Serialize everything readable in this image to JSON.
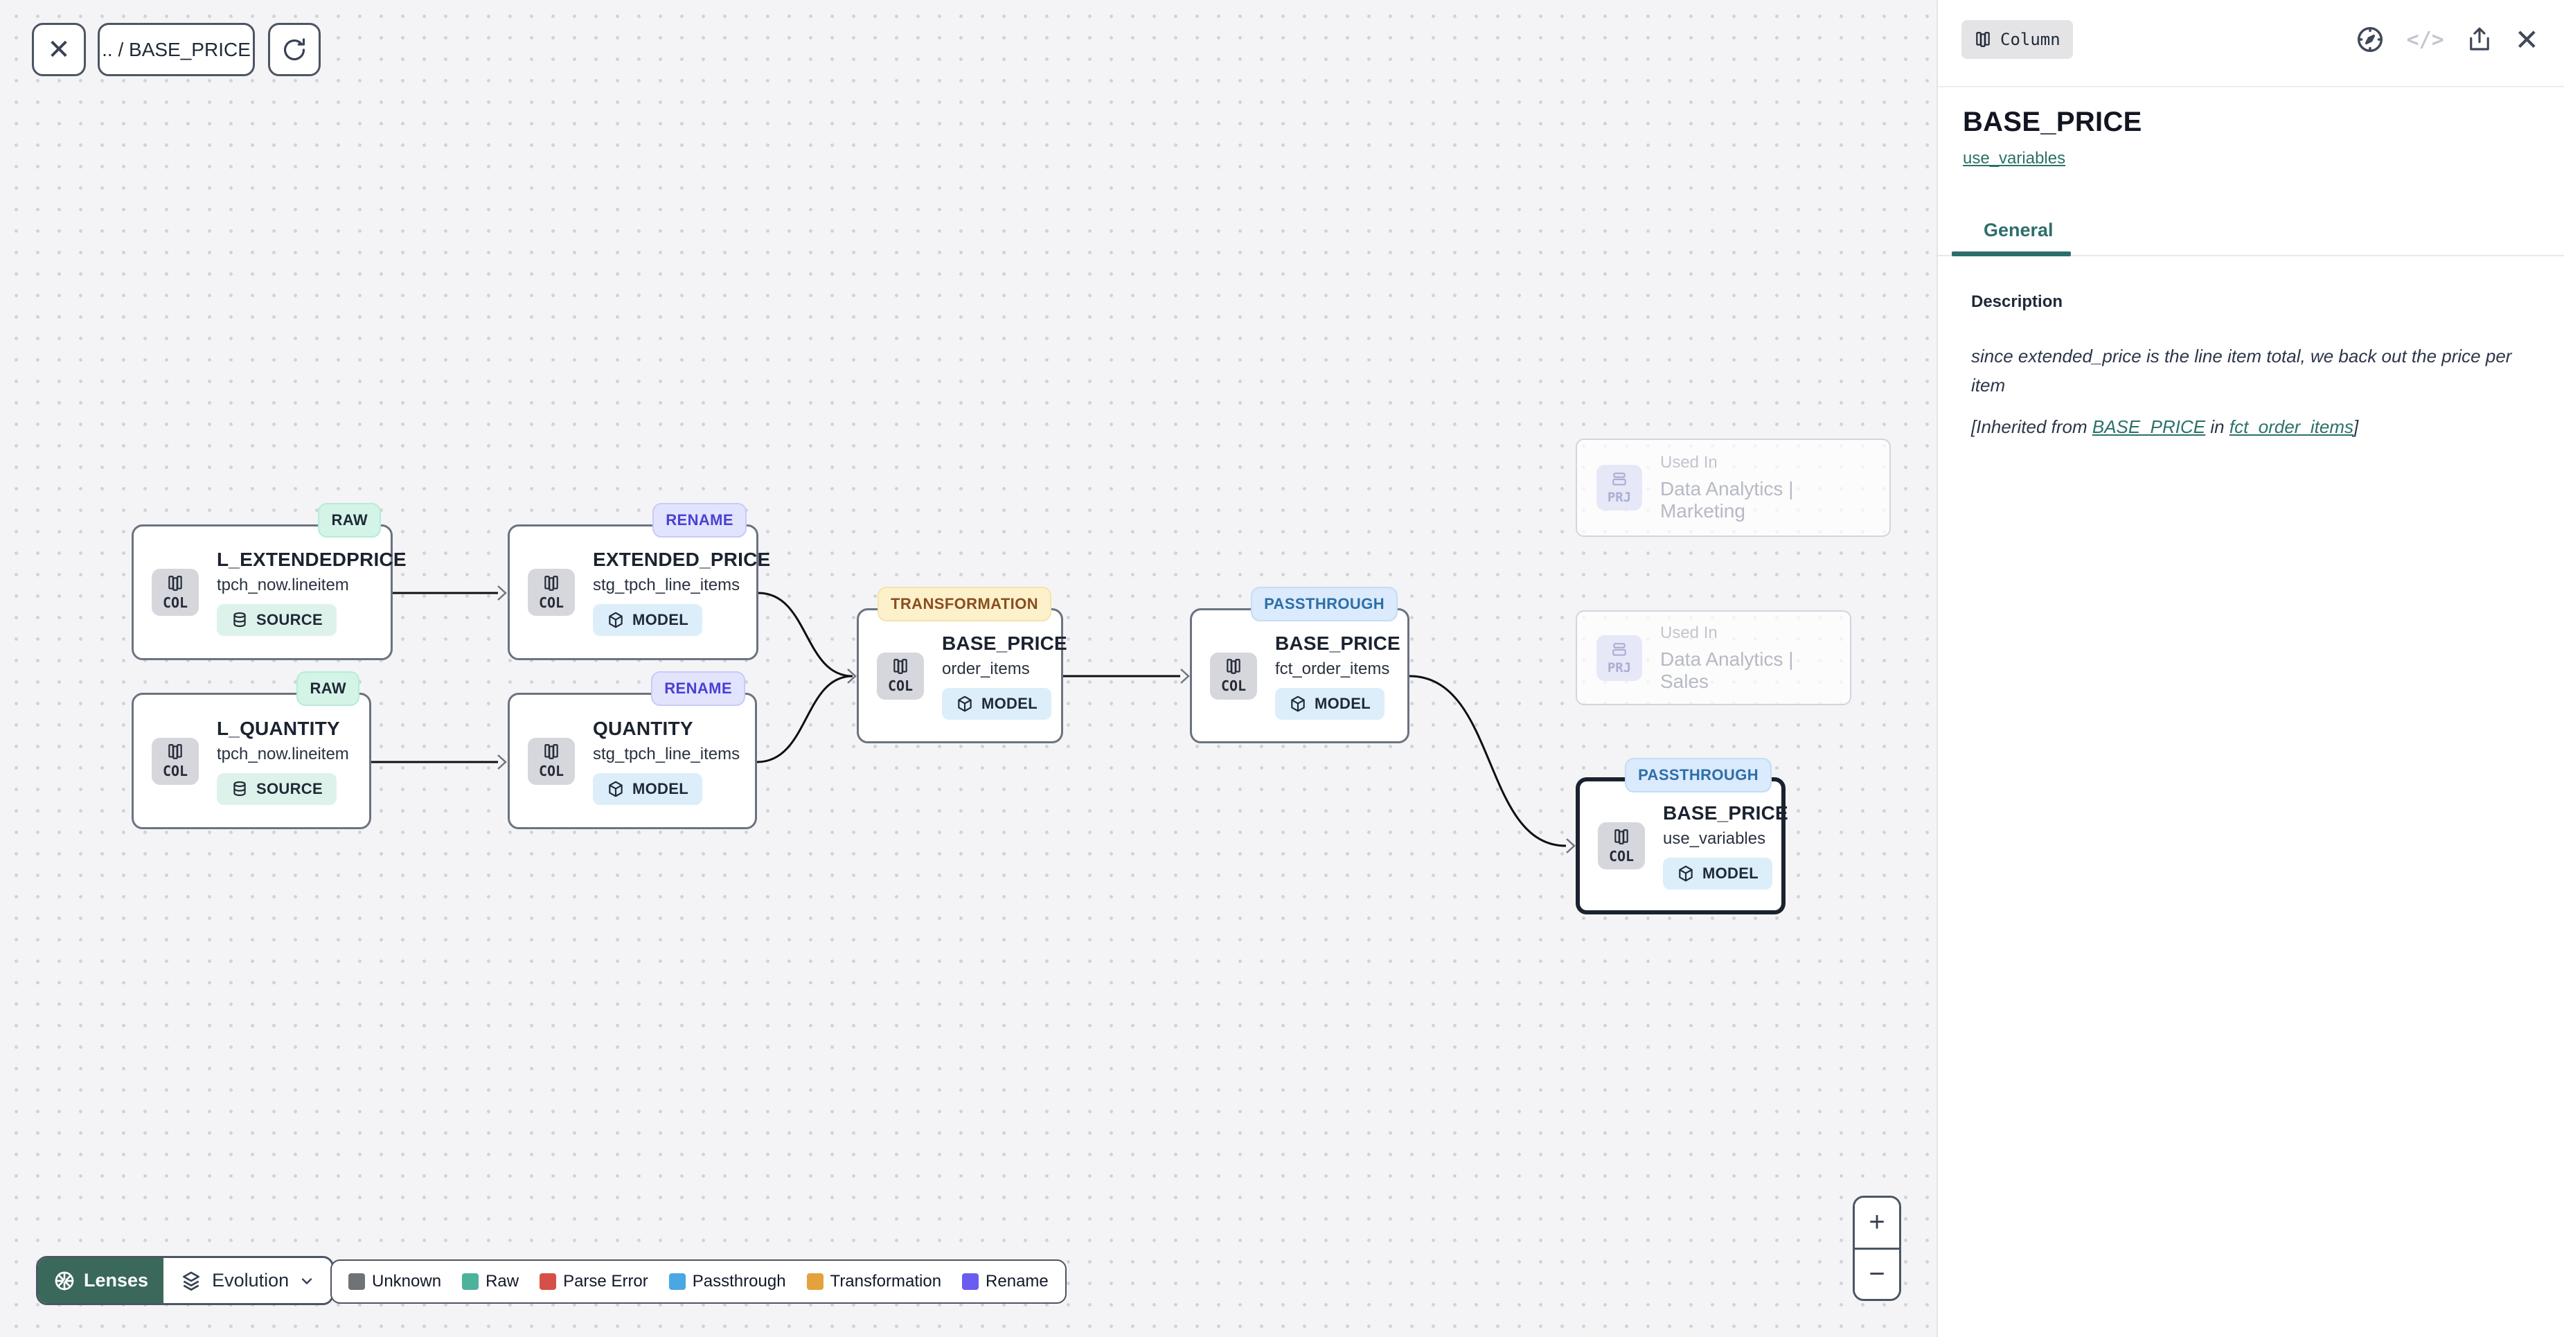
{
  "toolbar": {
    "close_label": "✕",
    "breadcrumb": ".. / BASE_PRICE"
  },
  "panel": {
    "type_badge": "Column",
    "code_icon_text": "</>",
    "close_label": "✕",
    "title": "BASE_PRICE",
    "subtitle_link": "use_variables",
    "tabs": [
      {
        "label": "General",
        "active": true
      }
    ],
    "description": {
      "label": "Description",
      "body": "since extended_price is the line item total, we back out the price per item",
      "inherited_prefix": "[Inherited from ",
      "inherited_link1": "BASE_PRICE",
      "inherited_middle": " in ",
      "inherited_link2": "fct_order_items",
      "inherited_suffix": "]"
    }
  },
  "canvas": {
    "nodes": [
      {
        "type": "COL",
        "badge": "RAW",
        "title": "L_EXTENDEDPRICE",
        "subtitle": "tpch_now.lineitem",
        "chip": "SOURCE"
      },
      {
        "type": "COL",
        "badge": "RAW",
        "title": "L_QUANTITY",
        "subtitle": "tpch_now.lineitem",
        "chip": "SOURCE"
      },
      {
        "type": "COL",
        "badge": "RENAME",
        "title": "EXTENDED_PRICE",
        "subtitle": "stg_tpch_line_items",
        "chip": "MODEL"
      },
      {
        "type": "COL",
        "badge": "RENAME",
        "title": "QUANTITY",
        "subtitle": "stg_tpch_line_items",
        "chip": "MODEL"
      },
      {
        "type": "COL",
        "badge": "TRANSFORMATION",
        "title": "BASE_PRICE",
        "subtitle": "order_items",
        "chip": "MODEL"
      },
      {
        "type": "COL",
        "badge": "PASSTHROUGH",
        "title": "BASE_PRICE",
        "subtitle": "fct_order_items",
        "chip": "MODEL"
      },
      {
        "type": "COL",
        "badge": "PASSTHROUGH",
        "title": "BASE_PRICE",
        "subtitle": "use_variables",
        "chip": "MODEL",
        "selected": true
      }
    ],
    "ghost_nodes": [
      {
        "type": "PRJ",
        "label": "Used In",
        "name": "Data Analytics | Marketing"
      },
      {
        "type": "PRJ",
        "label": "Used In",
        "name": "Data Analytics | Sales"
      }
    ]
  },
  "lenses": {
    "button": "Lenses",
    "selected_lens": "Evolution"
  },
  "legend": {
    "items": [
      {
        "label": "Unknown",
        "color": "#6f7377"
      },
      {
        "label": "Raw",
        "color": "#4cb29c"
      },
      {
        "label": "Parse Error",
        "color": "#d64f48"
      },
      {
        "label": "Passthrough",
        "color": "#49a8e3"
      },
      {
        "label": "Transformation",
        "color": "#e3a23c"
      },
      {
        "label": "Rename",
        "color": "#6a5cf0"
      }
    ]
  },
  "zoom_controls": {
    "zoom_in": "+",
    "zoom_out": "−"
  },
  "colors": {
    "accent_teal": "#2b6e6c",
    "lenses_green": "#3a695c",
    "badge_raw_bg": "#d3f4e6",
    "badge_rename_bg": "#e2e3fc",
    "badge_transformation_bg": "#fdf1cb",
    "badge_passthrough_bg": "#dbeafc",
    "edge": "#0d0f14"
  }
}
